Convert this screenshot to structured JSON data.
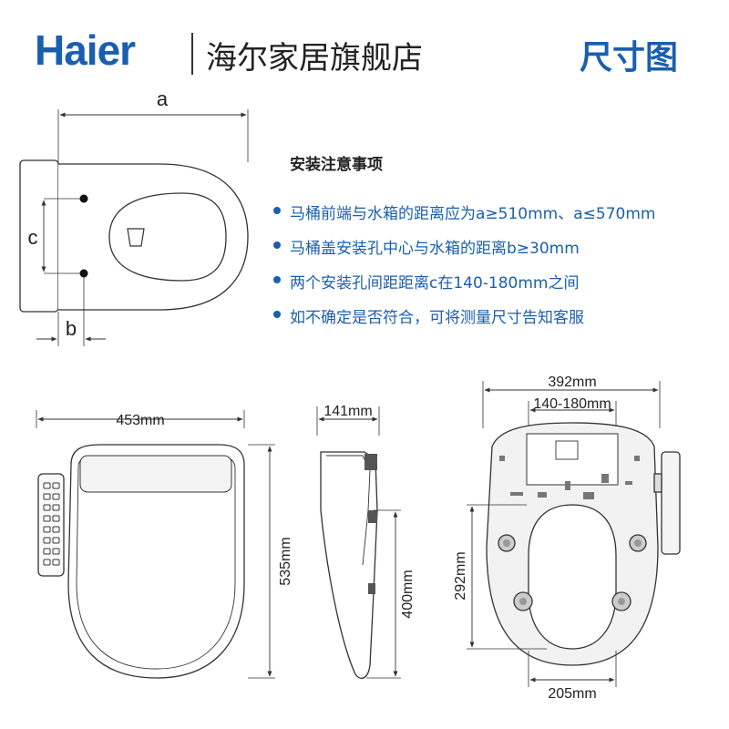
{
  "header": {
    "brand": "Haier",
    "store": "海尔家居旗舰店",
    "title": "尺寸图"
  },
  "install_notes": {
    "title": "安装注意事项",
    "items": [
      "马桶前端与水箱的距离应为a≥510mm、a≤570mm",
      "马桶盖安装孔中心与水箱的距离b≥30mm",
      "两个安装孔间距距离c在140-180mm之间",
      "如不确定是否符合，可将测量尺寸告知客服"
    ]
  },
  "top_diagram": {
    "label_a": "a",
    "label_b": "b",
    "label_c": "c"
  },
  "front_view": {
    "width": "453mm",
    "height": "535mm"
  },
  "side_view": {
    "thickness": "141mm",
    "height": "400mm"
  },
  "bottom_view": {
    "width": "392mm",
    "hole_spacing": "140-180mm",
    "inner_length": "292mm",
    "inner_width": "205mm"
  },
  "colors": {
    "brand_blue": "#1a5faf",
    "line": "#333333"
  }
}
